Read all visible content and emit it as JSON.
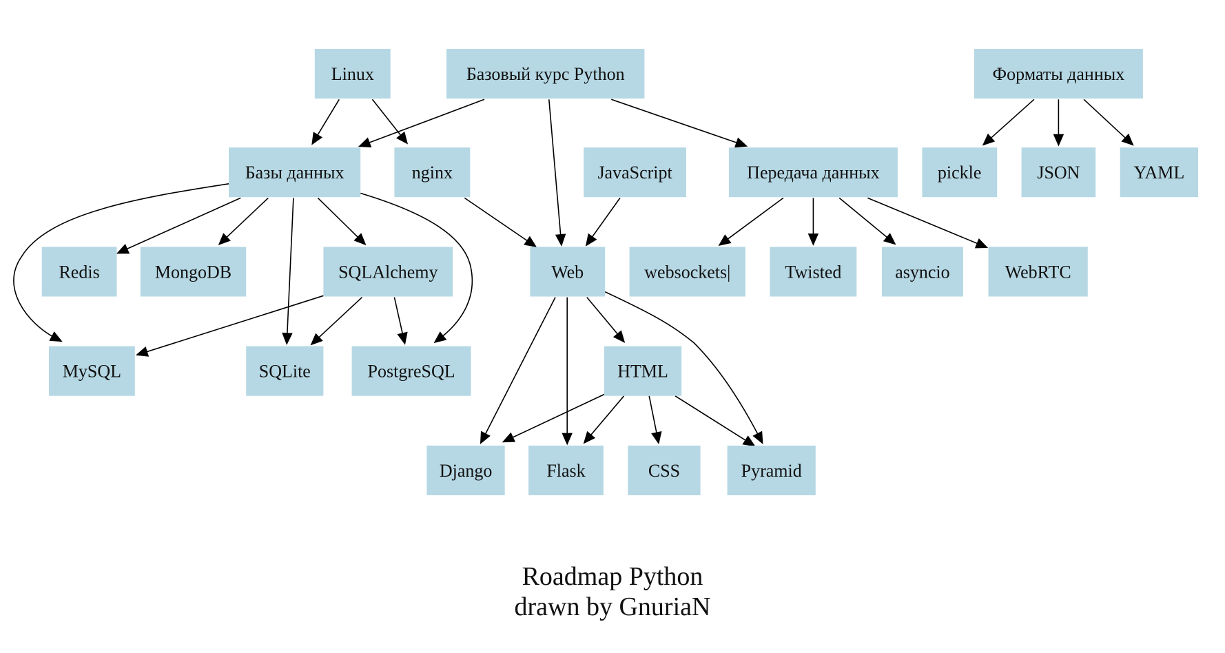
{
  "graph": {
    "nodes": [
      {
        "id": "linux",
        "label": "Linux"
      },
      {
        "id": "base",
        "label": "Базовый курс Python"
      },
      {
        "id": "formats",
        "label": "Форматы данных"
      },
      {
        "id": "db",
        "label": "Базы данных"
      },
      {
        "id": "nginx",
        "label": "nginx"
      },
      {
        "id": "js",
        "label": "JavaScript"
      },
      {
        "id": "transfer",
        "label": "Передача данных"
      },
      {
        "id": "pickle",
        "label": "pickle"
      },
      {
        "id": "json",
        "label": "JSON"
      },
      {
        "id": "yaml",
        "label": "YAML"
      },
      {
        "id": "redis",
        "label": "Redis"
      },
      {
        "id": "mongodb",
        "label": "MongoDB"
      },
      {
        "id": "sqlalchemy",
        "label": "SQLAlchemy"
      },
      {
        "id": "web",
        "label": "Web"
      },
      {
        "id": "websockets",
        "label": "websockets|"
      },
      {
        "id": "twisted",
        "label": "Twisted"
      },
      {
        "id": "asyncio",
        "label": "asyncio"
      },
      {
        "id": "webrtc",
        "label": "WebRTC"
      },
      {
        "id": "mysql",
        "label": "MySQL"
      },
      {
        "id": "sqlite",
        "label": "SQLite"
      },
      {
        "id": "postgresql",
        "label": "PostgreSQL"
      },
      {
        "id": "html",
        "label": "HTML"
      },
      {
        "id": "django",
        "label": "Django"
      },
      {
        "id": "flask",
        "label": "Flask"
      },
      {
        "id": "css",
        "label": "CSS"
      },
      {
        "id": "pyramid",
        "label": "Pyramid"
      }
    ],
    "edges": [
      {
        "from": "linux",
        "to": "db"
      },
      {
        "from": "linux",
        "to": "nginx"
      },
      {
        "from": "base",
        "to": "db"
      },
      {
        "from": "base",
        "to": "web"
      },
      {
        "from": "base",
        "to": "transfer"
      },
      {
        "from": "formats",
        "to": "pickle"
      },
      {
        "from": "formats",
        "to": "json"
      },
      {
        "from": "formats",
        "to": "yaml"
      },
      {
        "from": "db",
        "to": "mysql"
      },
      {
        "from": "db",
        "to": "redis"
      },
      {
        "from": "db",
        "to": "mongodb"
      },
      {
        "from": "db",
        "to": "sqlite"
      },
      {
        "from": "db",
        "to": "sqlalchemy"
      },
      {
        "from": "db",
        "to": "postgresql"
      },
      {
        "from": "nginx",
        "to": "web"
      },
      {
        "from": "js",
        "to": "web"
      },
      {
        "from": "transfer",
        "to": "websockets"
      },
      {
        "from": "transfer",
        "to": "twisted"
      },
      {
        "from": "transfer",
        "to": "asyncio"
      },
      {
        "from": "transfer",
        "to": "webrtc"
      },
      {
        "from": "sqlalchemy",
        "to": "mysql"
      },
      {
        "from": "sqlalchemy",
        "to": "sqlite"
      },
      {
        "from": "sqlalchemy",
        "to": "postgresql"
      },
      {
        "from": "web",
        "to": "django"
      },
      {
        "from": "web",
        "to": "flask"
      },
      {
        "from": "web",
        "to": "html"
      },
      {
        "from": "web",
        "to": "pyramid"
      },
      {
        "from": "html",
        "to": "django"
      },
      {
        "from": "html",
        "to": "flask"
      },
      {
        "from": "html",
        "to": "css"
      },
      {
        "from": "html",
        "to": "pyramid"
      }
    ]
  },
  "caption": {
    "line1": "Roadmap Python",
    "line2": "drawn by GnuriaN"
  }
}
